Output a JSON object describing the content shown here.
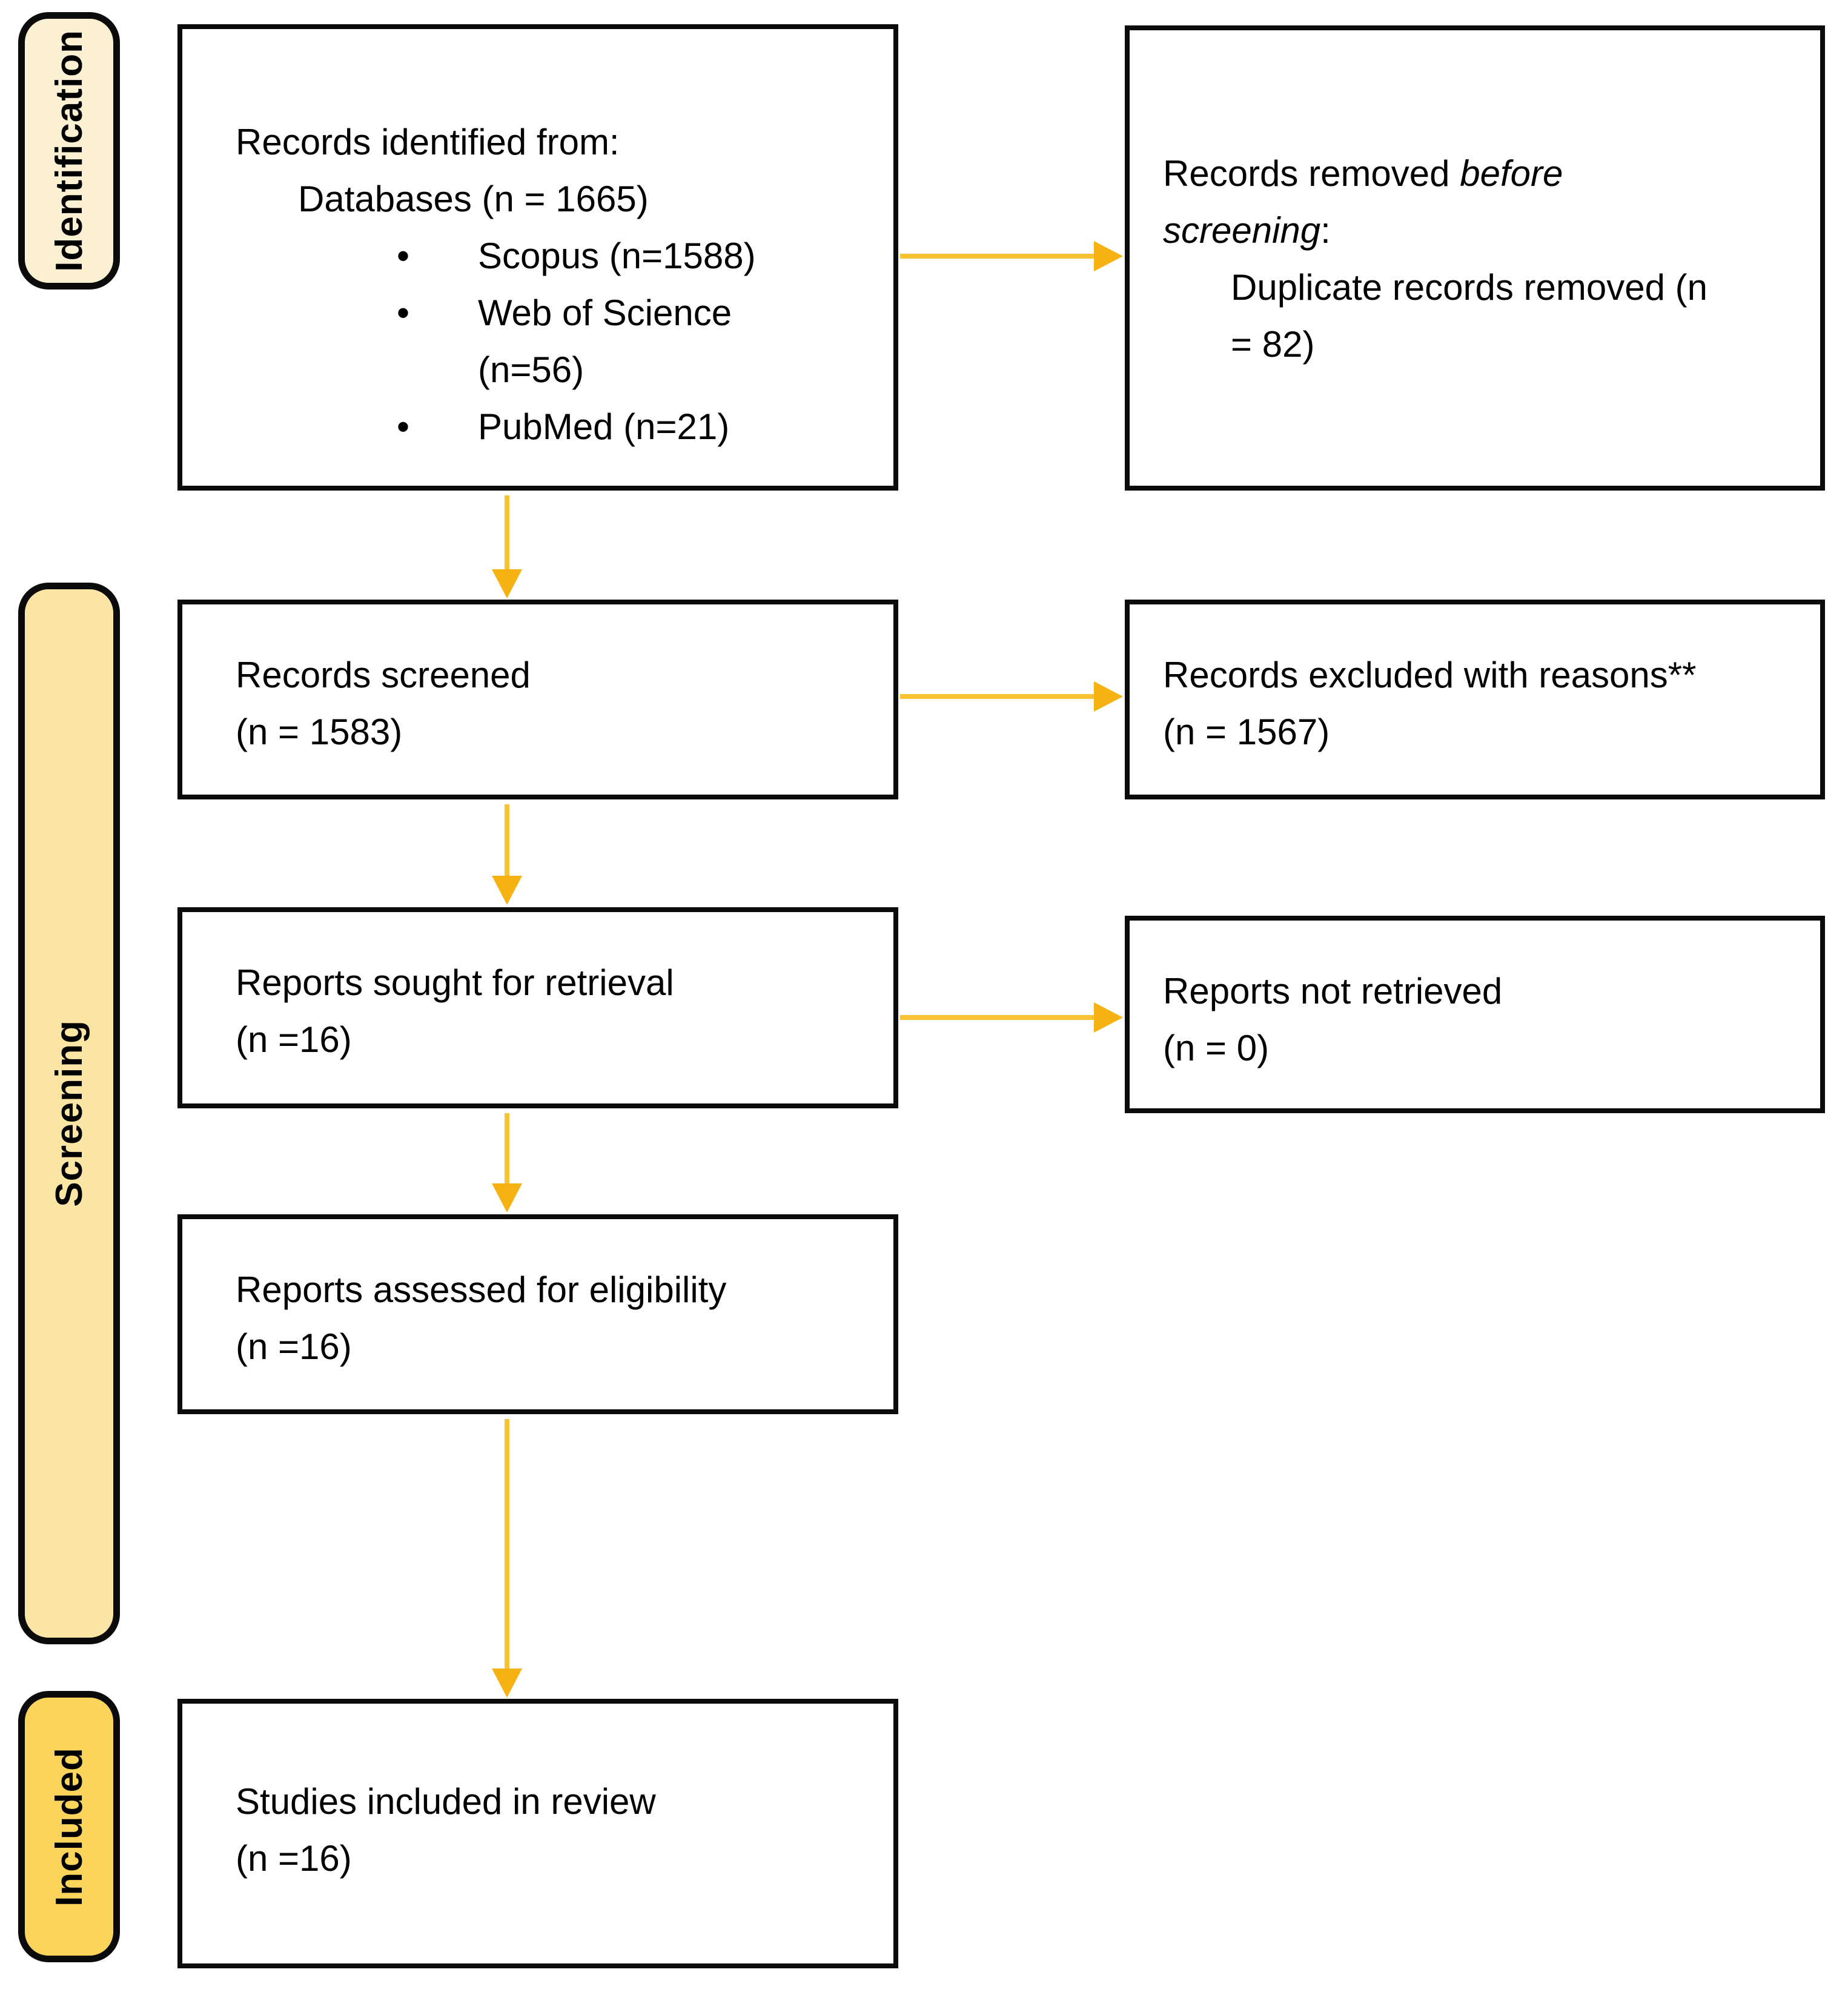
{
  "title": "PRISMA flow diagram",
  "palette": {
    "arrow_shaft": "#f9c232",
    "arrow_head": "#f6b211",
    "box_border": "#0b0b0b",
    "box_bg": "#ffffff",
    "stage_identification_bg": "#fcf0d2",
    "stage_screening_bg": "#fbe5a4",
    "stage_included_bg": "#fbd45c"
  },
  "stages": [
    {
      "label": "Identification"
    },
    {
      "label": "Screening"
    },
    {
      "label": "Included"
    }
  ],
  "bullet_char": "•",
  "flow": {
    "identified": {
      "title": "Records identified from:",
      "subtitle": "Databases (n = 1665)",
      "bullets": [
        {
          "lines": [
            "Scopus (n=1588)"
          ]
        },
        {
          "lines": [
            "Web of Science",
            "(n=56)"
          ]
        },
        {
          "lines": [
            "PubMed (n=21)"
          ]
        }
      ]
    },
    "removed": {
      "prefix": "Records removed ",
      "italic1": "before",
      "italic2": "screening",
      "colon": ":",
      "detail_lines": [
        "Duplicate records removed (n",
        "= 82)"
      ]
    },
    "screened": {
      "lines": [
        "Records screened",
        "(n = 1583)"
      ]
    },
    "excluded": {
      "lines": [
        "Records excluded with reasons**",
        "(n = 1567)"
      ]
    },
    "sought": {
      "lines": [
        "Reports sought for retrieval",
        "(n =16)"
      ]
    },
    "not_retrieved": {
      "lines": [
        "Reports not retrieved",
        "(n = 0)"
      ]
    },
    "assessed": {
      "lines": [
        "Reports assessed for eligibility",
        "(n =16)"
      ]
    },
    "included_studies": {
      "lines": [
        "Studies included in review",
        "(n =16)"
      ]
    }
  }
}
